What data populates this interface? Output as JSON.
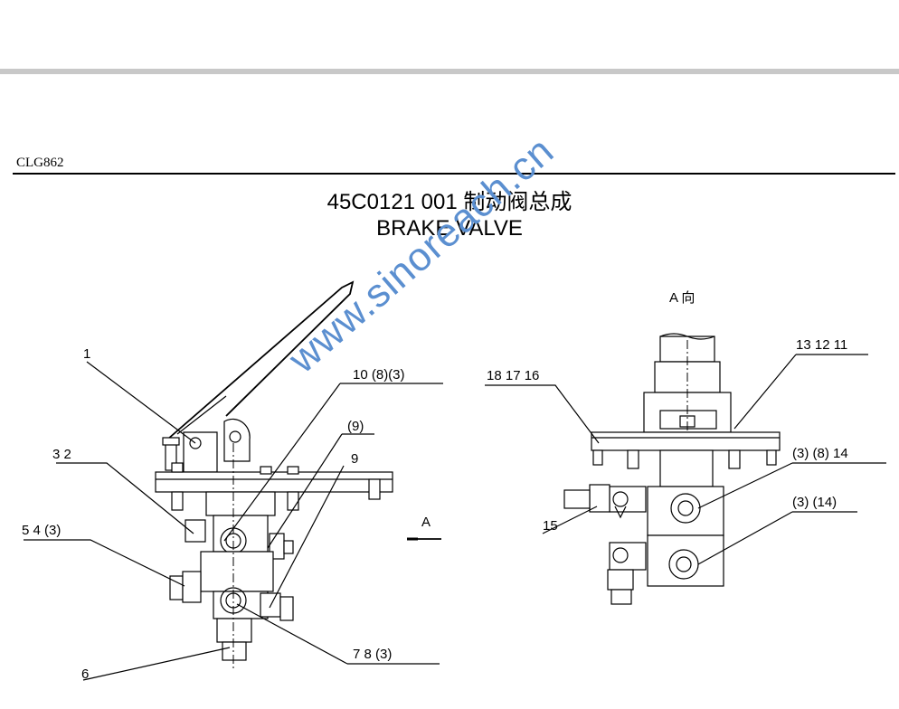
{
  "header": {
    "model": "CLG862"
  },
  "title": {
    "code_line": "45C0121 001  制动阀总成",
    "name_line": "BRAKE VALVE"
  },
  "watermark": "www.sinoreach.cn",
  "view_label": "A 向",
  "arrow_label": "A",
  "callouts": {
    "c1": "1",
    "c10": "10 (8)(3)",
    "c9b": "(9)",
    "c9": "9",
    "c3_2": "3  2",
    "c5_4_3": "5  4 (3)",
    "c7_8_3": "7  8  (3)",
    "c6": "6",
    "c18_17_16": "18  17  16",
    "c13_12_11": "13  12  11",
    "c3_8_14": "(3) (8)  14",
    "c3_14": "(3) (14)",
    "c15": "15"
  }
}
